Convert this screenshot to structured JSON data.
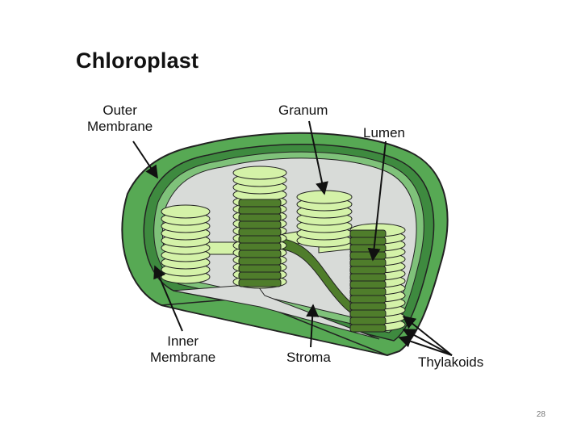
{
  "title": "Chloroplast",
  "labels": {
    "outer_membrane": "Outer\nMembrane",
    "granum": "Granum",
    "lumen": "Lumen",
    "inner_membrane": "Inner\nMembrane",
    "stroma": "Stroma",
    "thylakoids": "Thylakoids"
  },
  "page_number": "28",
  "colors": {
    "outer_membrane": "#57a954",
    "inner_membrane": "#3e8a3f",
    "stroma": "#d8dbd8",
    "thylakoid_light": "#d4f2a8",
    "thylakoid_dark": "#4f7d2b",
    "outline": "#222222"
  }
}
